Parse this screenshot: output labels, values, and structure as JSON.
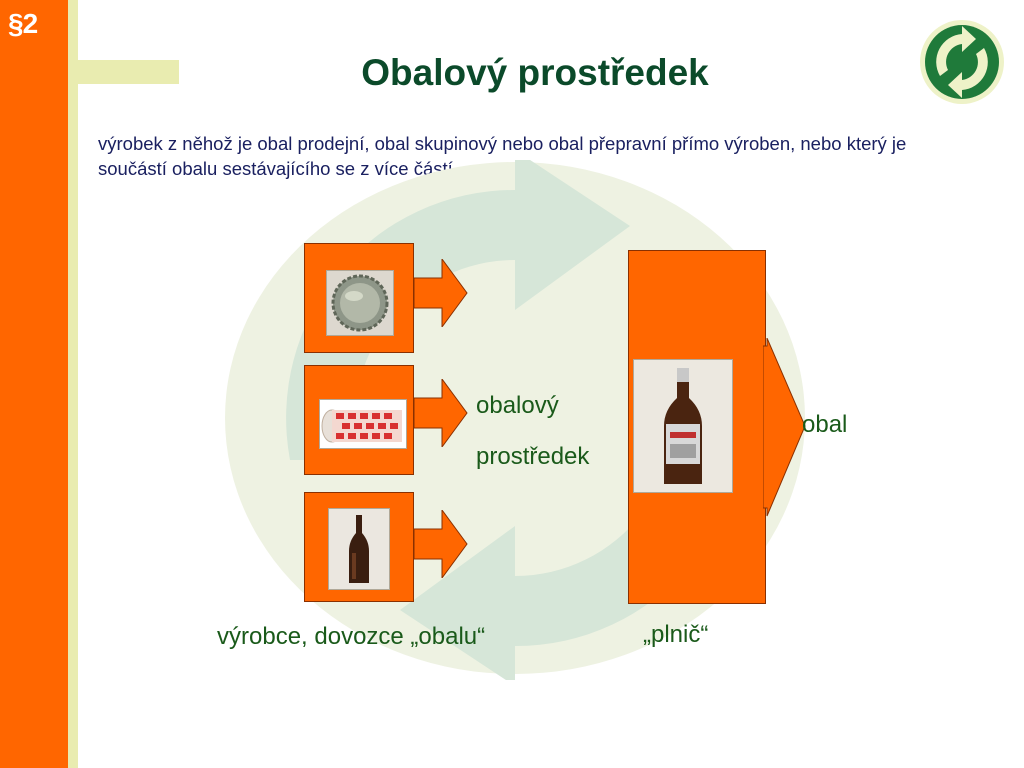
{
  "section_mark": "§2",
  "title": "Obalový prostředek",
  "definition": "výrobek z něhož je obal prodejní, obal skupinový nebo obal přepravní přímo výroben, nebo který je součástí obalu sestávajícího se z více částí.",
  "diagram": {
    "packaging_label_line1": "obalový",
    "packaging_label_line2": "prostředek",
    "result_label": "obal",
    "producer_label": "výrobce, dovozce „obalu“",
    "filler_label": "„plnič“"
  },
  "colors": {
    "orange": "#ff6600",
    "dark_green": "#0b4a2a",
    "text_green": "#1a5a1a",
    "text_blue": "#1a2060",
    "stripe": "#e9ecb0",
    "bg_circle": "#eef2e2",
    "bg_arrow": "#d6e6d8"
  },
  "icons": [
    "green-dot-recycle-logo-icon",
    "bottle-cap-photo",
    "printed-label-roll-photo",
    "empty-bottle-photo",
    "filled-beer-bottle-photo"
  ]
}
